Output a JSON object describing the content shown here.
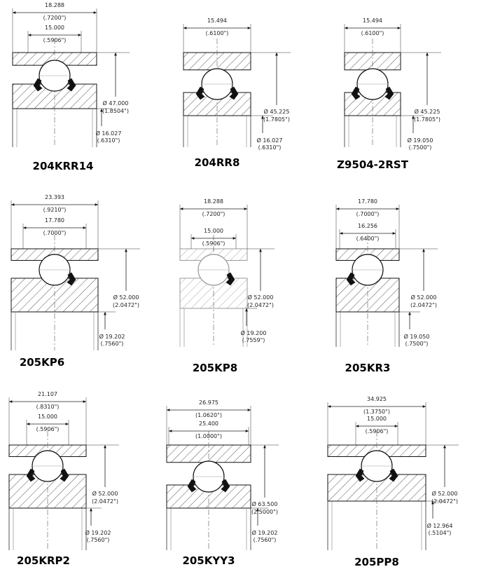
{
  "bearings": [
    {
      "part": "204KRR14",
      "width_mm": "18.288",
      "width_in": "(.7200\")",
      "inner_mm": "15.000",
      "inner_in": "(.5906\")",
      "od_mm": "Ø 47.000",
      "od_in": "(1.8504\")",
      "bore_mm": "Ø 16.027",
      "bore_in": "(.6310\")"
    },
    {
      "part": "204RR8",
      "width_mm": "15.494",
      "width_in": "(.6100\")",
      "od_mm": "Ø 45.225",
      "od_in": "(1.7805\")",
      "bore_mm": "Ø 16.027",
      "bore_in": "(.6310\")"
    },
    {
      "part": "Z9504-2RST",
      "width_mm": "15.494",
      "width_in": "(.6100\")",
      "od_mm": "Ø 45.225",
      "od_in": "(1.7805\")",
      "bore_mm": "Ø 19.050",
      "bore_in": "(.7500\")"
    },
    {
      "part": "205KP6",
      "width_mm": "23.393",
      "width_in": "(.9210\")",
      "inner_mm": "17.780",
      "inner_in": "(.7000\")",
      "od_mm": "Ø 52.000",
      "od_in": "(2.0472\")",
      "bore_mm": "Ø 19.202",
      "bore_in": "(.7560\")"
    },
    {
      "part": "205KP8",
      "width_mm": "18.288",
      "width_in": "(.7200\")",
      "inner_mm": "15.000",
      "inner_in": "(.5906\")",
      "od_mm": "Ø 52.000",
      "od_in": "(2.0472\")",
      "bore_mm": "Ø 19.200",
      "bore_in": "(.7559\")"
    },
    {
      "part": "205KR3",
      "width_mm": "17.780",
      "width_in": "(.7000\")",
      "inner_mm": "16.256",
      "inner_in": "(.6400\")",
      "od_mm": "Ø 52.000",
      "od_in": "(2.0472\")",
      "bore_mm": "Ø 19.050",
      "bore_in": "(.7500\")"
    },
    {
      "part": "205KRP2",
      "width_mm": "21.107",
      "width_in": "(.8310\")",
      "inner_mm": "15.000",
      "inner_in": "(.5906\")",
      "od_mm": "Ø 52.000",
      "od_in": "(2.0472\")",
      "bore_mm": "Ø 19.202",
      "bore_in": "(.7560\")"
    },
    {
      "part": "205KYY3",
      "width_mm": "26.975",
      "width_in": "(1.0620\")",
      "inner_mm": "25.400",
      "inner_in": "(1.0000\")",
      "od_mm": "Ø 63.500",
      "od_in": "(2.5000\")",
      "bore_mm": "Ø 19.202",
      "bore_in": "(.7560\")"
    },
    {
      "part": "205PP8",
      "width_mm": "34.925",
      "width_in": "(1.3750\")",
      "inner_mm": "15.000",
      "inner_in": "(.5906\")",
      "od_mm": "Ø 52.000",
      "od_in": "(2.0472\")",
      "bore_mm": "Ø 12.964",
      "bore_in": "(.5104\")"
    }
  ]
}
